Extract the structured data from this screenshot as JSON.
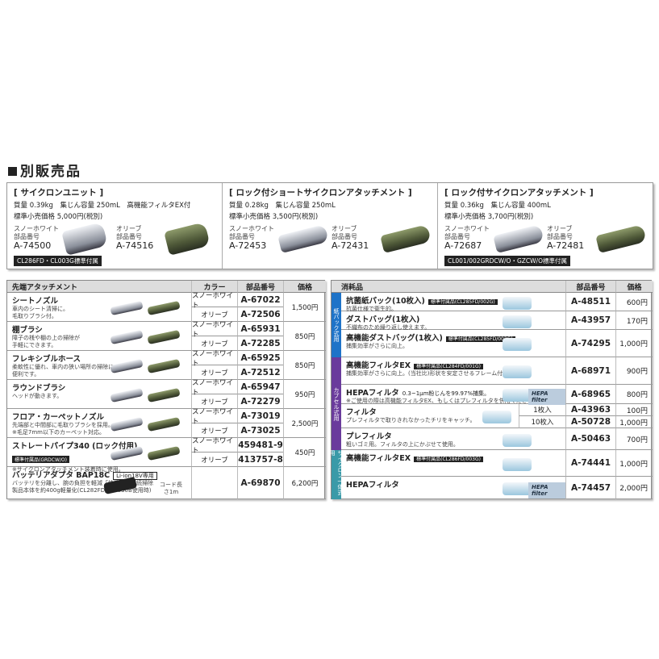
{
  "title": "別販売品",
  "featured": [
    {
      "name": "[ サイクロンユニット ]",
      "spec": "質量 0.39kg　集じん容量 250mL　高機能フィルタEX付",
      "price": "標準小売価格 5,000円(税別)",
      "variants": [
        {
          "color": "スノーホワイト",
          "label": "部品番号",
          "part": "A-74500"
        },
        {
          "color": "オリーブ",
          "label": "部品番号",
          "part": "A-74516"
        }
      ],
      "note": "CL286FD・CL003G標準付属"
    },
    {
      "name": "[ ロック付ショートサイクロンアタッチメント ]",
      "spec": "質量 0.28kg　集じん容量 250mL",
      "price": "標準小売価格 3,500円(税別)",
      "variants": [
        {
          "color": "スノーホワイト",
          "label": "部品番号",
          "part": "A-72453"
        },
        {
          "color": "オリーブ",
          "label": "部品番号",
          "part": "A-72431"
        }
      ],
      "note": ""
    },
    {
      "name": "[ ロック付サイクロンアタッチメント ]",
      "spec": "質量 0.36kg　集じん容量 400mL",
      "price": "標準小売価格 3,700円(税別)",
      "variants": [
        {
          "color": "スノーホワイト",
          "label": "部品番号",
          "part": "A-72687"
        },
        {
          "color": "オリーブ",
          "label": "部品番号",
          "part": "A-72481"
        }
      ],
      "note": "CL001/002GRDCW/O・GZCW/O標準付属"
    }
  ],
  "attachments": {
    "headers": [
      "先端アタッチメント",
      "カラー",
      "部品番号",
      "価格"
    ],
    "rows": [
      {
        "name": "シートノズル",
        "badge": "",
        "desc": [
          "車内のシート清掃に。",
          "毛取りブラシ付。"
        ],
        "variants": [
          [
            "スノーホワイト",
            "A-67022"
          ],
          [
            "オリーブ",
            "A-72506"
          ]
        ],
        "price": "1,500円"
      },
      {
        "name": "棚ブラシ",
        "badge": "",
        "desc": [
          "障子の桟や棚の上の掃除が",
          "手軽にできます。"
        ],
        "variants": [
          [
            "スノーホワイト",
            "A-65931"
          ],
          [
            "オリーブ",
            "A-72285"
          ]
        ],
        "price": "850円"
      },
      {
        "name": "フレキシブルホース",
        "badge": "",
        "desc": [
          "柔軟性に優れ、車内の狭い場所の掃除に",
          "便利です。"
        ],
        "variants": [
          [
            "スノーホワイト",
            "A-65925"
          ],
          [
            "オリーブ",
            "A-72512"
          ]
        ],
        "price": "850円"
      },
      {
        "name": "ラウンドブラシ",
        "badge": "",
        "desc": [
          "ヘッドが動きます。"
        ],
        "variants": [
          [
            "スノーホワイト",
            "A-65947"
          ],
          [
            "オリーブ",
            "A-72279"
          ]
        ],
        "price": "950円"
      },
      {
        "name": "フロア・カーペットノズル",
        "badge": "",
        "desc": [
          "先端部と中間部に毛取りブラシを採用。",
          "※毛足7mm以下のカーペット対応。"
        ],
        "variants": [
          [
            "スノーホワイト",
            "A-73019"
          ],
          [
            "オリーブ",
            "A-73025"
          ]
        ],
        "price": "2,500円"
      },
      {
        "name": "ストレートパイプ340 (ロック付用)",
        "badge": "標準付属品(GRDCW/O)",
        "desc": [
          "※サイクロンアタッチメント装着時に使用。"
        ],
        "variants": [
          [
            "スノーホワイト",
            "459481-9"
          ],
          [
            "オリーブ",
            "413757-8"
          ]
        ],
        "price": "450円"
      },
      {
        "name": "バッテリアダプタ BAP18C",
        "badge": "Li-ion18V専用",
        "desc": [
          "バッテリを分離し、腕の負担を軽減「快適」に連続掃除",
          "製品本体を約400g軽量化(CL282FD/BL1830B使用時)"
        ],
        "cord": "コード長さ1m",
        "variants": [
          [
            "",
            "A-69870"
          ]
        ],
        "price": "6,200円"
      }
    ]
  },
  "consumables": {
    "headers": [
      "消耗品",
      "部品番号",
      "価格"
    ],
    "groups": [
      {
        "label": "紙パック式用",
        "color": "#1e73c8"
      },
      {
        "label": "カプセル式用",
        "color": "#6a3b9c"
      },
      {
        "label": "サイクロン一体式用",
        "color": "#3a9aa8"
      }
    ],
    "rows": [
      {
        "name": "抗菌紙パック(10枚入)",
        "badge": "標準付属品(CL285FD/002G)",
        "desc": "抗菌仕様で衛生的。",
        "part": "A-48511",
        "price": "600円"
      },
      {
        "name": "ダストバッグ(1枚入)",
        "badge": "",
        "desc": "不織布のため繰り返し使えます。",
        "part": "A-43957",
        "price": "170円"
      },
      {
        "name": "高機能ダストバッグ(1枚入)",
        "badge": "標準付属品(CL285FD/002G)",
        "desc": "捕集効率がさらに向上。",
        "part": "A-74295",
        "price": "1,000円"
      },
      {
        "name": "高機能フィルタEX",
        "badge": "標準付属品(CL284FD/001G)",
        "desc": "捕集効率がさらに向上。(当社比)形状を安定させるフレーム付。",
        "part": "A-68971",
        "price": "900円"
      },
      {
        "name": "HEPAフィルタ",
        "inline": "0.3~1μm粉じんを99.97%捕集。",
        "badge": "",
        "desc": "※ご使用の際は高機能フィルタEX、もしくはプレフィルタを併用ください。",
        "logo": "HEPA filter",
        "part": "A-68965",
        "price": "800円"
      },
      {
        "name": "フィルタ",
        "badge": "",
        "desc": "プレフィルタで取りきれなかったチリをキャッチ。",
        "sub": [
          [
            "1枚入",
            "A-43963",
            "100円"
          ],
          [
            "10枚入",
            "A-50728",
            "1,000円"
          ]
        ]
      },
      {
        "name": "プレフィルタ",
        "badge": "",
        "desc": "粗いゴミ用。フィルタの上にかぶせて使用。",
        "part": "A-50463",
        "price": "700円"
      },
      {
        "name": "高機能フィルタEX",
        "badge": "標準付属品(CL286FD/003G)",
        "desc": "",
        "part": "A-74441",
        "price": "1,000円"
      },
      {
        "name": "HEPAフィルタ",
        "badge": "",
        "desc": "",
        "logo": "HEPA filter",
        "part": "A-74457",
        "price": "2,000円"
      }
    ]
  }
}
